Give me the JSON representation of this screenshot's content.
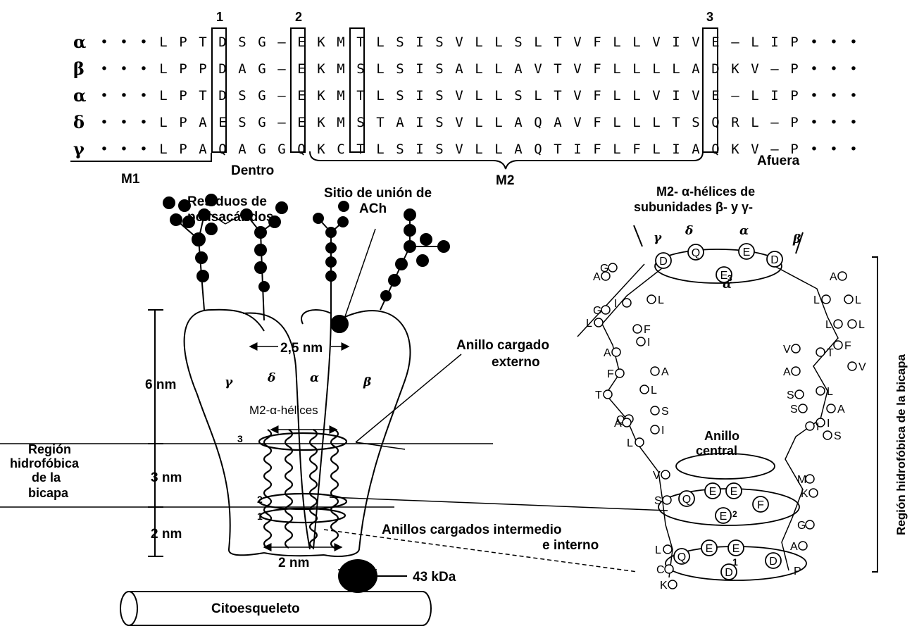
{
  "alignment": {
    "rows": [
      {
        "label": "α",
        "seq": "•••LPTDSG-EKMTLSISVLLSLTVFLLVIVE-LIP•••"
      },
      {
        "label": "β",
        "seq": "•••LPPDAG-EKMSLSISALLAVTVFLLLLADKV-P•••"
      },
      {
        "label": "α",
        "seq": "•••LPTDSG-EKMTLSISVLLSLTVFLLVIVE-LIP•••"
      },
      {
        "label": "δ",
        "seq": "•••LPAESG-EKMSTAISVLLAQAVFLLLTSQRL-P•••"
      },
      {
        "label": "γ",
        "seq": "•••LPAQAGGQKCTLSISVLLAQTIFLFLIAQKV-P•••"
      }
    ],
    "ring_numbers": [
      "1",
      "2",
      "3"
    ],
    "segment_labels": {
      "m1": "M1",
      "m2": "M2",
      "inside": "Dentro",
      "outside": "Afuera"
    }
  },
  "receptor": {
    "polysaccharide_label": [
      "Residuos de",
      "polisacáridos"
    ],
    "ach_label": [
      "Sitio de unión de",
      "ACh"
    ],
    "subunits": [
      "γ",
      "δ",
      "α",
      "β"
    ],
    "pore_width_top": "2,5 nm",
    "m2_label": "M2-α-hélices",
    "pore_width_bottom": "2 nm",
    "dim_top": "6 nm",
    "dim_mid": "3 nm",
    "dim_bottom": "2 nm",
    "bilayer_label": [
      "Región",
      "hidrofóbica",
      "de la",
      "bicapa"
    ],
    "kda_label": "43 kDa",
    "cytoskeleton_label": "Citoesqueleto",
    "ring_marks": [
      "3",
      "2",
      "1"
    ]
  },
  "annotations": {
    "outer_ring": [
      "Anillo cargado",
      "externo"
    ],
    "middle_rings": [
      "Anillos cargados intermedio",
      "e interno"
    ]
  },
  "helix_panel": {
    "title": [
      "M2- α-hélices de",
      "subunidades β- y γ-"
    ],
    "central_ring": [
      "Anillo",
      "central"
    ],
    "subunit_labels": [
      "γ",
      "δ",
      "α",
      "β",
      "α"
    ],
    "right_label": "Región hidrofóbica de la bicapa",
    "left_residues": [
      "A",
      "I",
      "L",
      "F",
      "T",
      "Q",
      "L",
      "V",
      "S",
      "L",
      "C",
      "K",
      "G",
      "G",
      "A",
      "A"
    ],
    "left_inner": [
      "L",
      "F",
      "I",
      "A",
      "L",
      "S",
      "I"
    ],
    "right_residues": [
      "A",
      "L",
      "L",
      "V",
      "A",
      "S",
      "S",
      "M",
      "K",
      "G",
      "A"
    ],
    "right_inner": [
      "L",
      "L",
      "F",
      "T",
      "V",
      "L",
      "A",
      "I",
      "S",
      "I"
    ],
    "top_ring": [
      "D",
      "Q",
      "E",
      "E",
      "D"
    ],
    "top_number": "3",
    "mid_ring": [
      "Q",
      "E",
      "E",
      "E",
      "F"
    ],
    "mid_number": "2",
    "bottom_ring": [
      "Q",
      "E",
      "E",
      "D",
      "D"
    ],
    "bottom_number": "1",
    "bottom_right_extra": "P"
  }
}
